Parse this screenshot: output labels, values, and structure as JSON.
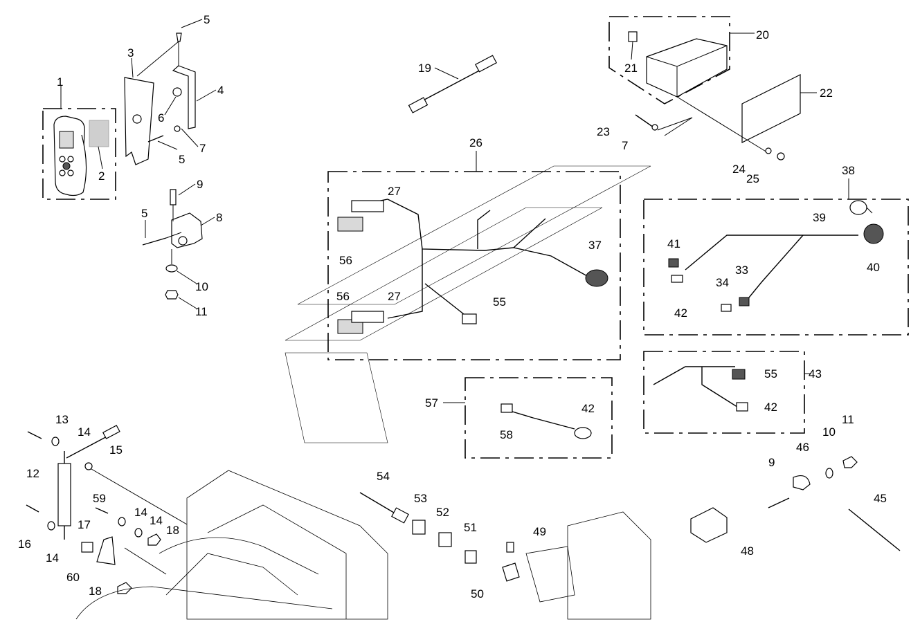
{
  "diagram": {
    "callouts": [
      "1",
      "2",
      "3",
      "4",
      "5",
      "6",
      "7",
      "8",
      "9",
      "10",
      "11",
      "12",
      "13",
      "14",
      "15",
      "16",
      "17",
      "18",
      "19",
      "20",
      "21",
      "22",
      "23",
      "24",
      "25",
      "26",
      "27",
      "33",
      "34",
      "37",
      "38",
      "39",
      "40",
      "41",
      "42",
      "43",
      "45",
      "46",
      "48",
      "49",
      "50",
      "51",
      "52",
      "53",
      "54",
      "55",
      "56",
      "57",
      "58",
      "59",
      "60"
    ]
  }
}
